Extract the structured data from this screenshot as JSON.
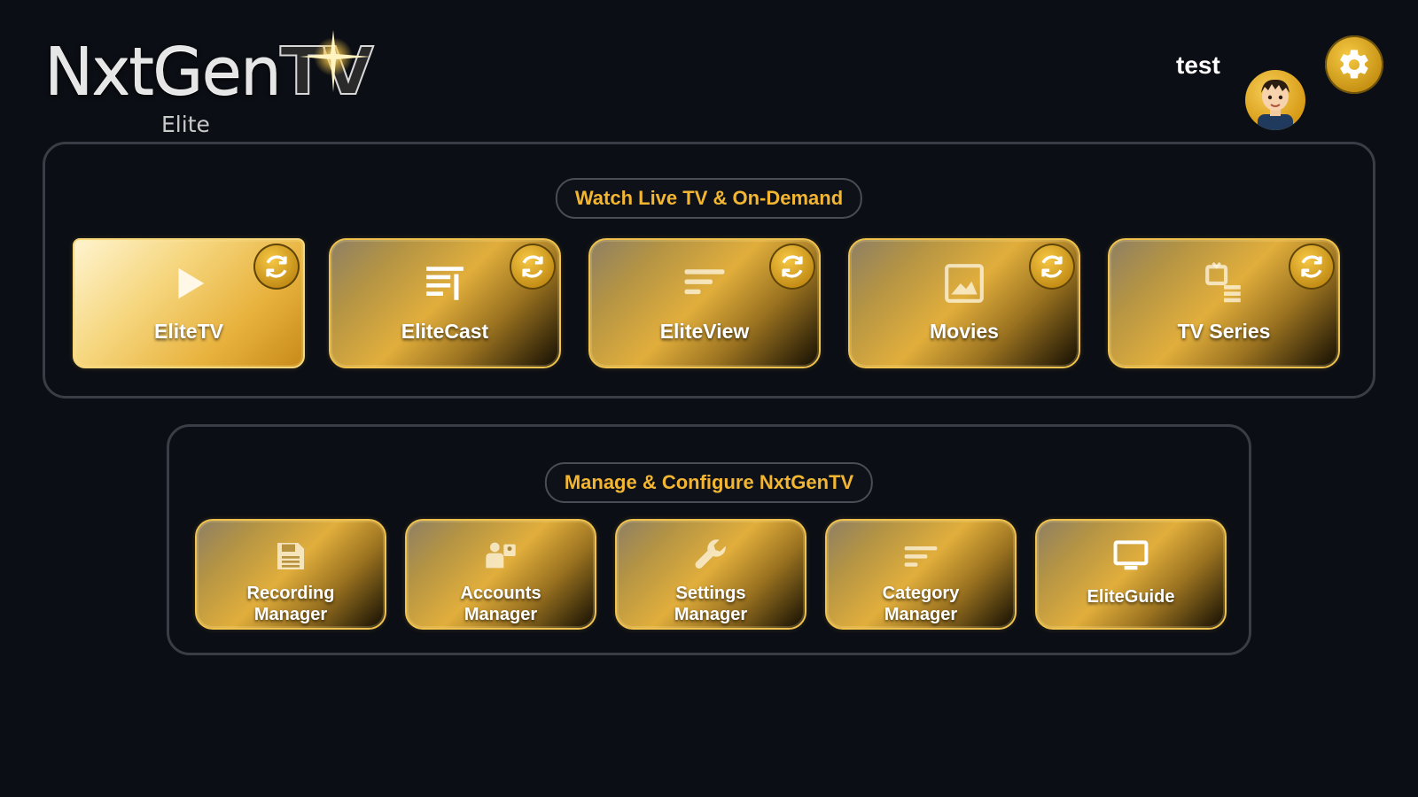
{
  "header": {
    "logo_text": "NxtGen",
    "logo_tv": "TV",
    "logo_sub": "Elite",
    "user_name": "test",
    "settings_icon": "gear-icon",
    "avatar_icon": "user-avatar-icon"
  },
  "watch": {
    "title": "Watch Live TV & On-Demand",
    "tiles": [
      {
        "label": "EliteTV",
        "icon": "play-icon",
        "selected": true
      },
      {
        "label": "EliteCast",
        "icon": "list-icon",
        "selected": false
      },
      {
        "label": "EliteView",
        "icon": "lines-icon",
        "selected": false
      },
      {
        "label": "Movies",
        "icon": "image-icon",
        "selected": false
      },
      {
        "label": "TV Series",
        "icon": "series-icon",
        "selected": false
      }
    ],
    "refresh_icon": "refresh-icon"
  },
  "manage": {
    "title": "Manage & Configure NxtGenTV",
    "tiles": [
      {
        "label_line1": "Recording",
        "label_line2": "Manager",
        "icon": "floppy-disk-icon"
      },
      {
        "label_line1": "Accounts",
        "label_line2": "Manager",
        "icon": "accounts-icon"
      },
      {
        "label_line1": "Settings",
        "label_line2": "Manager",
        "icon": "wrench-icon"
      },
      {
        "label_line1": "Category",
        "label_line2": "Manager",
        "icon": "category-lines-icon"
      },
      {
        "label_line1": "EliteGuide",
        "label_line2": "",
        "icon": "monitor-icon"
      }
    ]
  },
  "colors": {
    "background": "#0b0e14",
    "accent_gold": "#f2b632",
    "panel_border": "#3a3d45"
  }
}
